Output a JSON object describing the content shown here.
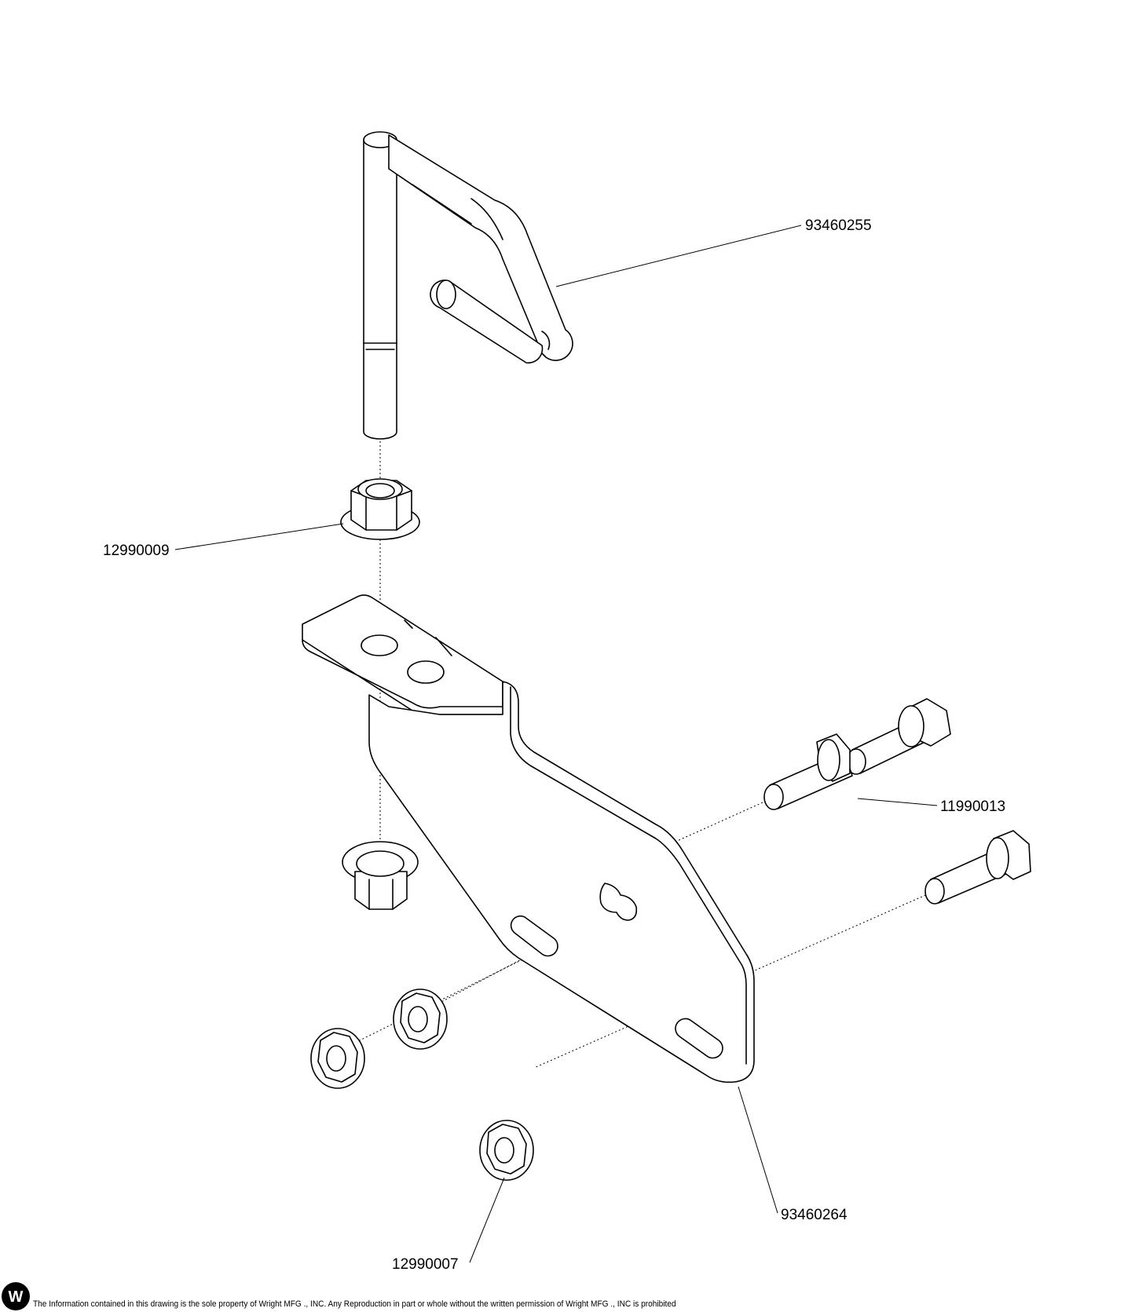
{
  "labels": {
    "shift_rod": "93460255",
    "upper_nut": "12990009",
    "bolts": "11990013",
    "bracket": "93460264",
    "lower_nut": "12990007"
  },
  "footer": {
    "logo_letter": "W",
    "notice": "The Information contained in this drawing is the sole property of Wright MFG ., INC. Any Reproduction in part or whole without the written permission of Wright MFG ., INC is prohibited"
  }
}
